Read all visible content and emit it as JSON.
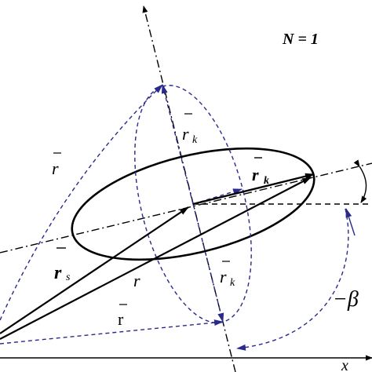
{
  "labels": {
    "n_value": "N = 1",
    "r_left": "r",
    "r_k_top": "r",
    "r_k_top_sub": "k",
    "r_k_bold": "r",
    "r_k_bold_sub": "k",
    "r_s": "r",
    "r_s_sub": "s",
    "r_center": "r",
    "r_k_bottom": "r",
    "r_k_bottom_sub": "k",
    "r_upright": "r",
    "minus_beta": "−β",
    "x_axis": "x"
  },
  "colors": {
    "solid": "#000000",
    "dashed": "#2a2a8c",
    "arrow_blue": "#2a2a8c"
  }
}
